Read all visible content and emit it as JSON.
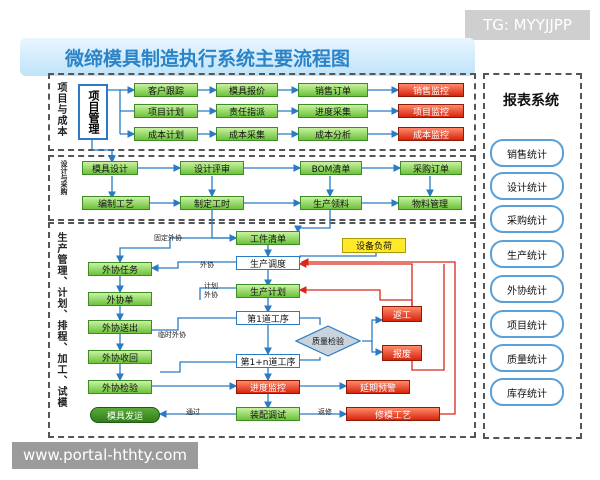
{
  "title": "微缔模具制造执行系统主要流程图",
  "watermarks": {
    "tg": "TG: MYYJJPP",
    "url": "www.portal-hthty.com"
  },
  "lanes": {
    "project": "项目与成本",
    "design": "设计与采购",
    "production": "生产管理、计划、排程、加工、试模"
  },
  "project": {
    "main": "项目管理",
    "row1": [
      "客户跟踪",
      "模具报价",
      "销售订单",
      "销售监控"
    ],
    "row2": [
      "项目计划",
      "责任指派",
      "进度采集",
      "项目监控"
    ],
    "row3": [
      "成本计划",
      "成本采集",
      "成本分析",
      "成本监控"
    ]
  },
  "design": {
    "row1": [
      "模具设计",
      "设计评审",
      "BOM清单",
      "采购订单"
    ],
    "row2": [
      "编制工艺",
      "制定工时",
      "生产领料",
      "物料管理"
    ]
  },
  "production": {
    "work_list": "工件清单",
    "equip_load": "设备负荷",
    "scheduling": "生产调度",
    "plan": "生产计划",
    "op1": "第1道工序",
    "opn": "第1+n道工序",
    "quality": "质量检验",
    "rework": "返工",
    "scrap": "报废",
    "progress": "进度监控",
    "delay": "延期预警",
    "assembly": "装配调试",
    "repair": "修模工艺",
    "ship": "模具发运",
    "outsource": [
      "外协任务",
      "外协单",
      "外协送出",
      "外协收回",
      "外协检验"
    ],
    "labels": {
      "fixed_outsource": "固定外协",
      "outsource_a": "外协",
      "plan_outsource": "计划外协",
      "temp_outsource": "临时外协",
      "pass": "通过",
      "return": "返修"
    }
  },
  "report": {
    "title": "报表系统",
    "items": [
      "销售统计",
      "设计统计",
      "采购统计",
      "生产统计",
      "外协统计",
      "项目统计",
      "质量统计",
      "库存统计"
    ]
  }
}
